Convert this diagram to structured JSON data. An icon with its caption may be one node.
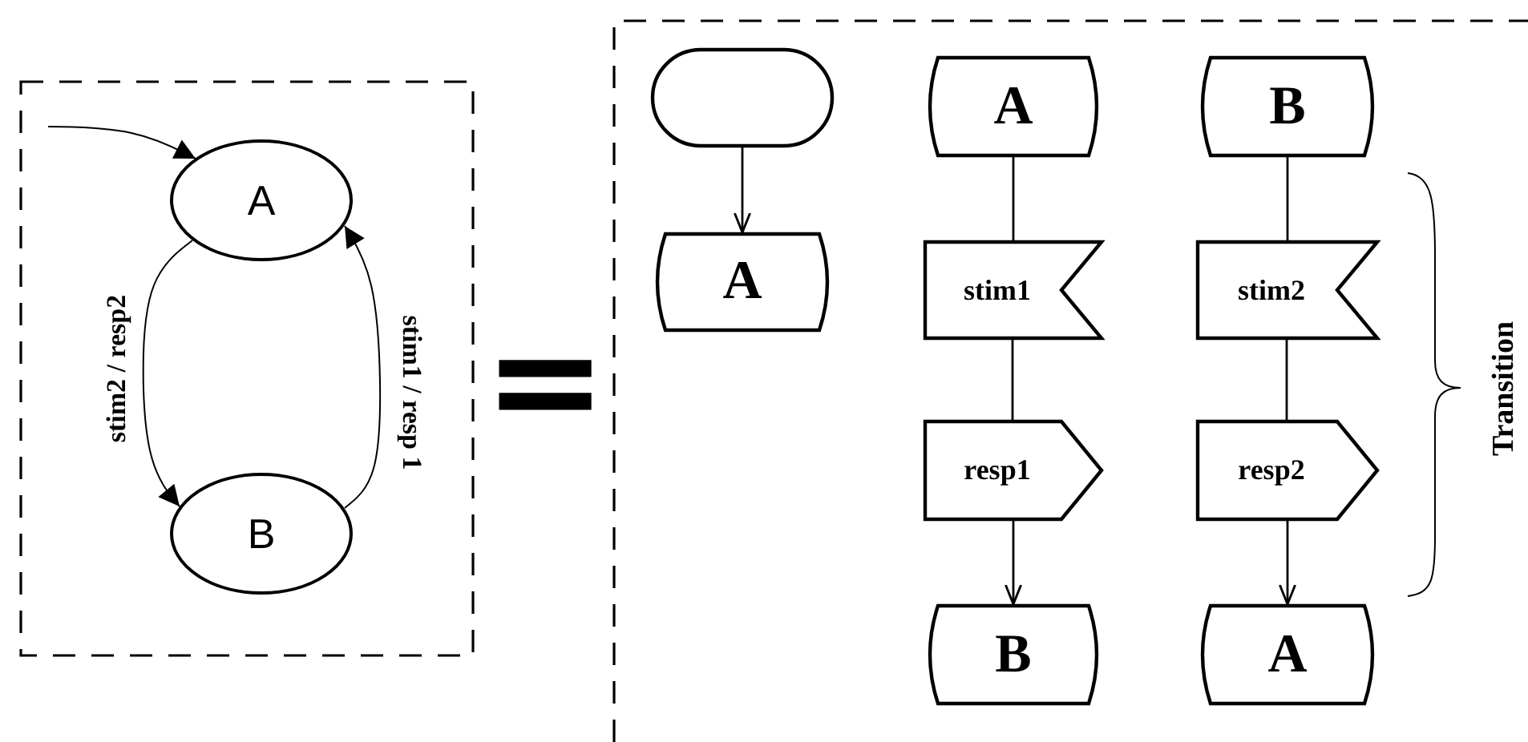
{
  "diagram": {
    "nodes": [
      {
        "text": [],
        "shape": "box"
      },
      {
        "text": [
          "A"
        ],
        "in": 0
      },
      {
        "text": [
          "B"
        ],
        "in": 0
      },
      {
        "text": [],
        "shape": "box"
      },
      {
        "text": [],
        "shape": "box",
        "in": 3
      },
      {
        "text": [
          "A"
        ],
        "in": 3
      },
      {
        "text": [
          "A"
        ],
        "in": 3
      },
      {
        "text": [
          "stim1"
        ],
        "in": 3
      },
      {
        "text": [
          "resp1"
        ],
        "in": 3
      },
      {
        "text": [
          "B"
        ],
        "in": 3
      },
      {
        "text": [
          "B"
        ],
        "in": 3
      },
      {
        "text": [
          "stim2"
        ],
        "in": 3
      },
      {
        "text": [
          "resp2"
        ],
        "in": 3
      },
      {
        "text": [
          "A"
        ],
        "in": 3
      }
    ],
    "edges": [
      {
        "from": null,
        "to": 1,
        "arrow": "to"
      },
      {
        "from": 1,
        "to": 2,
        "arrow": "to",
        "label": "stim2 / resp2"
      },
      {
        "from": 2,
        "to": 1,
        "arrow": "to",
        "label": "stim1 / resp 1"
      },
      {
        "from": 4,
        "to": 5,
        "arrow": "to"
      },
      {
        "from": 6,
        "to": 7,
        "arrow": "none"
      },
      {
        "from": 7,
        "to": 8,
        "arrow": "none"
      },
      {
        "from": 8,
        "to": 9,
        "arrow": "to"
      },
      {
        "from": 10,
        "to": 11,
        "arrow": "none"
      },
      {
        "from": 11,
        "to": 12,
        "arrow": "none"
      },
      {
        "from": 12,
        "to": 13,
        "arrow": "to"
      }
    ],
    "labels": [
      "=",
      "Transition"
    ]
  }
}
